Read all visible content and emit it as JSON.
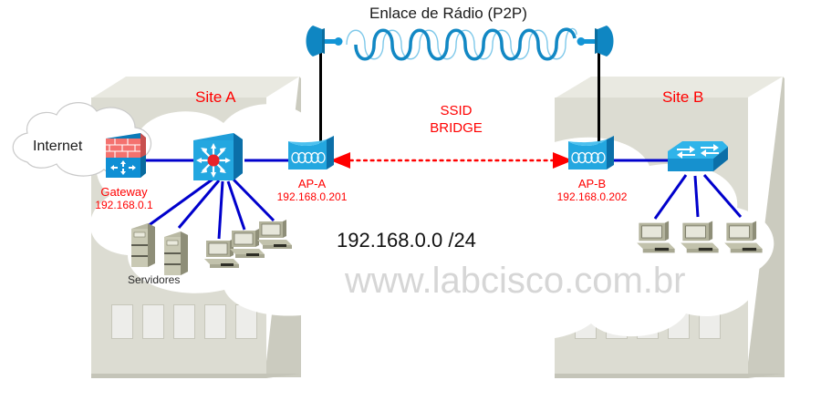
{
  "diagram": {
    "title": "Enlace de Rádio (P2P)",
    "watermark": "www.labcisco.com.br",
    "subnet_label": "192.168.0.0 /24",
    "link_label_line1": "SSID",
    "link_label_line2": "BRIDGE",
    "cloud_label": "Internet",
    "servers_label": "Servidores"
  },
  "sites": [
    {
      "name": "Site A",
      "side": "left"
    },
    {
      "name": "Site B",
      "side": "right"
    }
  ],
  "devices": [
    {
      "id": "gateway",
      "label": "Gateway",
      "ip": "192.168.0.1",
      "icon": "firewall-icon"
    },
    {
      "id": "core-switch",
      "label": "",
      "ip": "",
      "icon": "multilayer-switch-icon"
    },
    {
      "id": "ap-a",
      "label": "AP-A",
      "ip": "192.168.0.201",
      "icon": "access-point-icon"
    },
    {
      "id": "ap-b",
      "label": "AP-B",
      "ip": "192.168.0.202",
      "icon": "access-point-icon"
    },
    {
      "id": "edge-switch",
      "label": "",
      "ip": "",
      "icon": "workgroup-switch-icon"
    }
  ],
  "antennas": [
    {
      "id": "antenna-left",
      "icon": "dish-antenna-icon",
      "direction": "right"
    },
    {
      "id": "antenna-right",
      "icon": "dish-antenna-icon",
      "direction": "left"
    }
  ],
  "endpoints": {
    "site_a_servers": 2,
    "site_a_workstations": 3,
    "site_b_workstations": 3
  },
  "colors": {
    "accent_red": "#ff0000",
    "link_blue": "#0000cc",
    "device_blue": "#1f9ed9",
    "radio_blue": "#1288c4",
    "building": "#dcdcd2",
    "watermark": "#d6d6d6",
    "cloud": "#ffffff"
  }
}
